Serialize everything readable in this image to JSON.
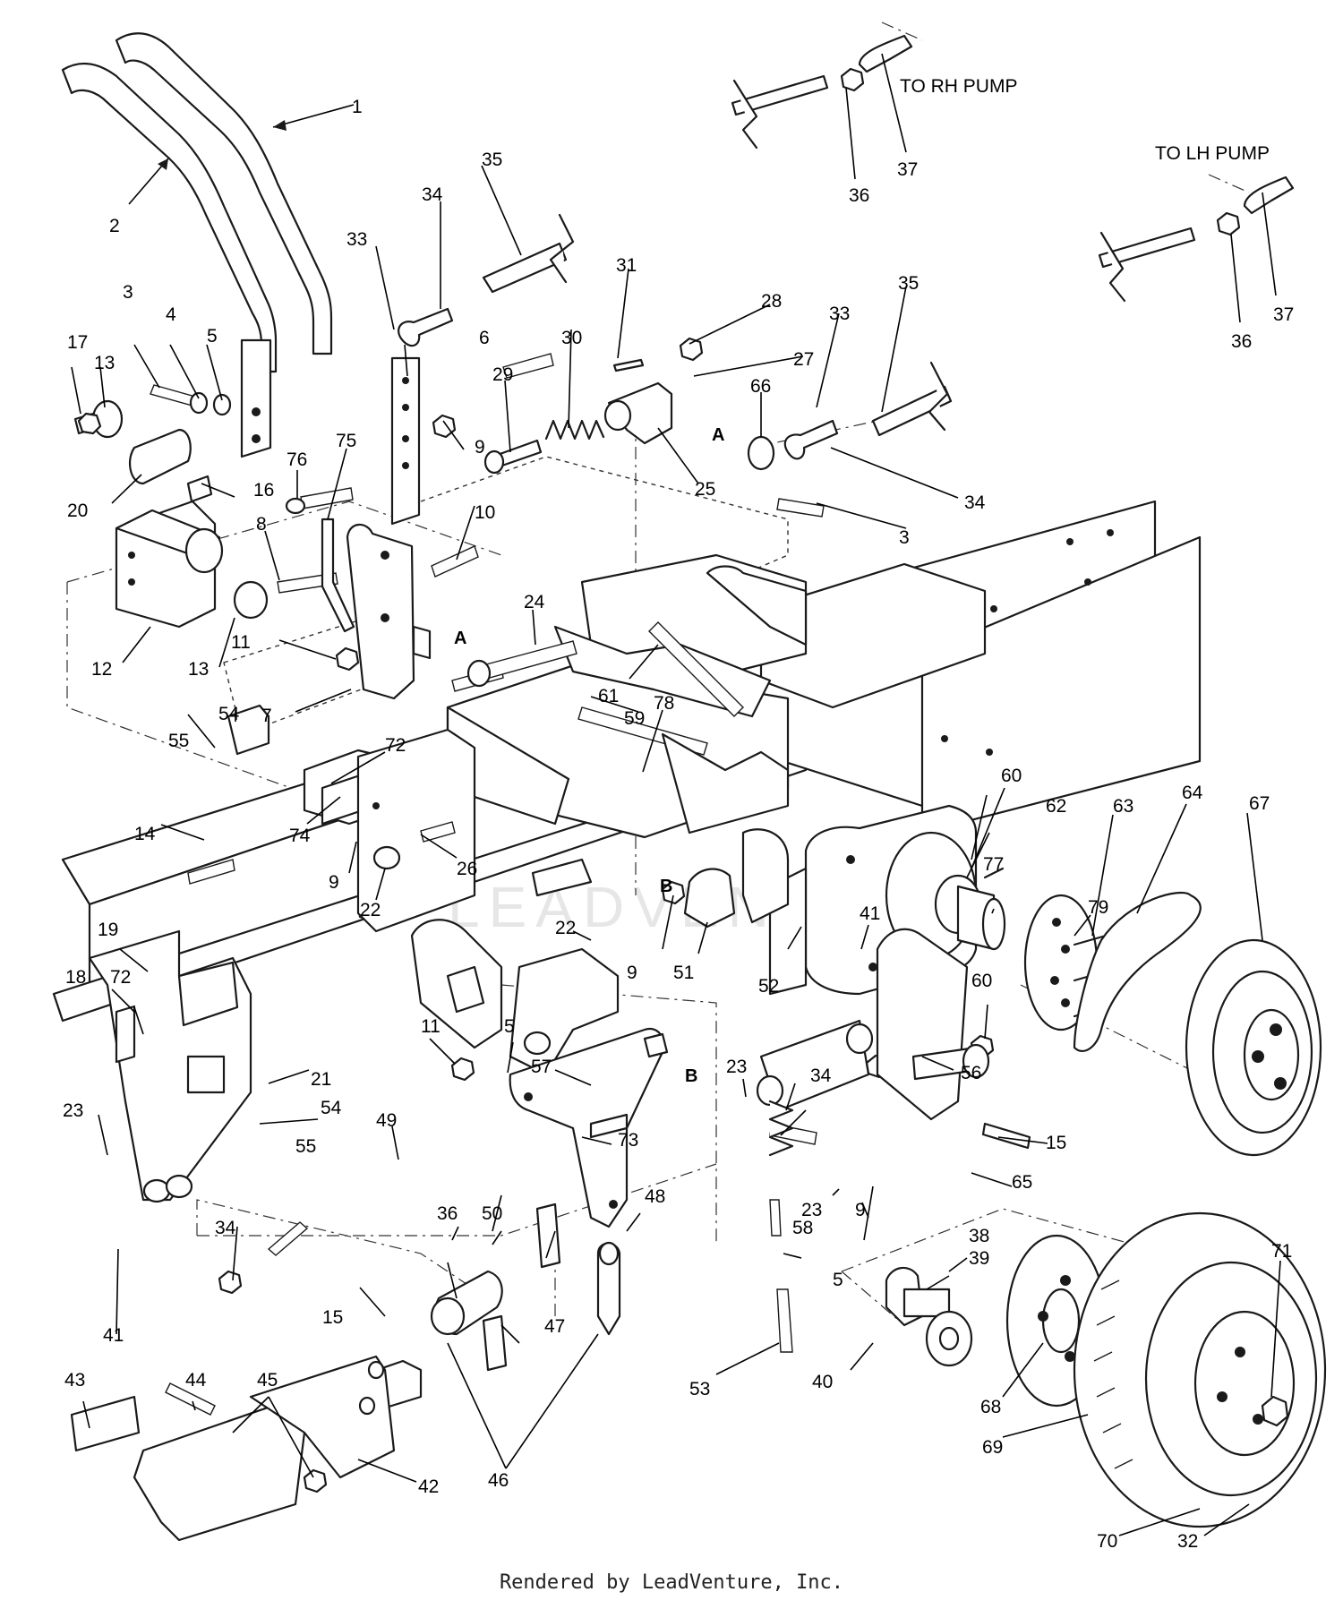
{
  "notes": {
    "rh_pump": "TO RH PUMP",
    "lh_pump": "TO LH PUMP"
  },
  "reference_letters": {
    "a1": "A",
    "a2": "A",
    "b1": "B",
    "b2": "B"
  },
  "watermark": "LEADVENTURE",
  "footer": "Rendered by LeadVenture, Inc.",
  "callouts": [
    {
      "n": "1"
    },
    {
      "n": "2"
    },
    {
      "n": "3"
    },
    {
      "n": "4"
    },
    {
      "n": "5"
    },
    {
      "n": "17"
    },
    {
      "n": "13"
    },
    {
      "n": "20"
    },
    {
      "n": "16"
    },
    {
      "n": "12"
    },
    {
      "n": "13"
    },
    {
      "n": "8"
    },
    {
      "n": "76"
    },
    {
      "n": "75"
    },
    {
      "n": "11"
    },
    {
      "n": "7"
    },
    {
      "n": "6"
    },
    {
      "n": "9"
    },
    {
      "n": "10"
    },
    {
      "n": "33"
    },
    {
      "n": "34"
    },
    {
      "n": "35"
    },
    {
      "n": "31"
    },
    {
      "n": "30"
    },
    {
      "n": "29"
    },
    {
      "n": "28"
    },
    {
      "n": "27"
    },
    {
      "n": "25"
    },
    {
      "n": "33"
    },
    {
      "n": "35"
    },
    {
      "n": "66"
    },
    {
      "n": "34"
    },
    {
      "n": "3"
    },
    {
      "n": "36"
    },
    {
      "n": "37"
    },
    {
      "n": "36"
    },
    {
      "n": "37"
    },
    {
      "n": "24"
    },
    {
      "n": "61"
    },
    {
      "n": "59"
    },
    {
      "n": "78"
    },
    {
      "n": "54"
    },
    {
      "n": "55"
    },
    {
      "n": "72"
    },
    {
      "n": "14"
    },
    {
      "n": "74"
    },
    {
      "n": "9"
    },
    {
      "n": "26"
    },
    {
      "n": "22"
    },
    {
      "n": "60"
    },
    {
      "n": "62"
    },
    {
      "n": "63"
    },
    {
      "n": "64"
    },
    {
      "n": "67"
    },
    {
      "n": "77"
    },
    {
      "n": "79"
    },
    {
      "n": "19"
    },
    {
      "n": "18"
    },
    {
      "n": "72"
    },
    {
      "n": "22"
    },
    {
      "n": "9"
    },
    {
      "n": "51"
    },
    {
      "n": "52"
    },
    {
      "n": "41"
    },
    {
      "n": "60"
    },
    {
      "n": "56"
    },
    {
      "n": "11"
    },
    {
      "n": "5"
    },
    {
      "n": "57"
    },
    {
      "n": "21"
    },
    {
      "n": "54"
    },
    {
      "n": "55"
    },
    {
      "n": "23"
    },
    {
      "n": "49"
    },
    {
      "n": "73"
    },
    {
      "n": "23"
    },
    {
      "n": "34"
    },
    {
      "n": "15"
    },
    {
      "n": "65"
    },
    {
      "n": "36"
    },
    {
      "n": "50"
    },
    {
      "n": "23"
    },
    {
      "n": "9"
    },
    {
      "n": "58"
    },
    {
      "n": "48"
    },
    {
      "n": "41"
    },
    {
      "n": "34"
    },
    {
      "n": "47"
    },
    {
      "n": "15"
    },
    {
      "n": "38"
    },
    {
      "n": "39"
    },
    {
      "n": "5"
    },
    {
      "n": "71"
    },
    {
      "n": "53"
    },
    {
      "n": "40"
    },
    {
      "n": "68"
    },
    {
      "n": "69"
    },
    {
      "n": "43"
    },
    {
      "n": "44"
    },
    {
      "n": "45"
    },
    {
      "n": "42"
    },
    {
      "n": "46"
    },
    {
      "n": "70"
    },
    {
      "n": "32"
    }
  ]
}
